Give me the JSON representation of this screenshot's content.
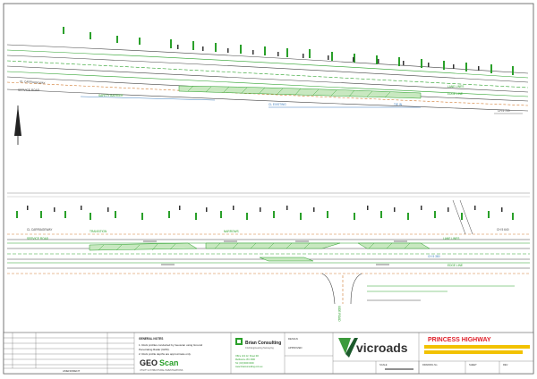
{
  "colors": {
    "road": "#3a3a3a",
    "paint": "#2aa02a",
    "chainage": "#3f7fbf",
    "boundary": "#d07a30",
    "title_red": "#e0202a",
    "highlight": "#f2c200",
    "vicroads_green": "#3c9a3c"
  },
  "icons": {
    "north_arrow": "north-arrow-icon"
  },
  "upper_plan": {
    "labels": [
      "CL CARRIAGEWAY",
      "SERVICE ROAD",
      "SAFETY BARRIER",
      "CL EXISTING",
      "LANE LINES",
      "EDGE LINE",
      "TIE IN",
      "CH 5 720"
    ]
  },
  "lower_plan": {
    "labels": [
      "CL CARRIAGEWAY",
      "SERVICE ROAD",
      "NARROWS",
      "TRANSITION",
      "LANE LINES",
      "EDGE LINE",
      "SIDE ROAD",
      "CH 5 640",
      "CH 5 380"
    ]
  },
  "title_block": {
    "notes_heading": "GENERAL NOTES",
    "notes": [
      "1. Rock profiles conducted by Geoscan using Ground",
      "Penetrating Radar (GPR).",
      "2. Rock profile depths are approximate only."
    ],
    "geoscan": {
      "logo_a": "GEO",
      "logo_b": "Scan",
      "tagline": "UTILITY & STRUCTURAL INVESTIGATIONS"
    },
    "consultant": {
      "name": "Brian Consulting",
      "subtitle": "Civil Engineering Surveying",
      "address": [
        "Office Unit 12, Street Rd",
        "Melbourne VIC 3000",
        "Tel: (03) 9000 0000",
        "www.brianconsulting.com.au"
      ]
    },
    "design_label": "DESIGN",
    "approved_label": "APPROVED",
    "client": "vicroads",
    "project_title": "PRINCESS HIGHWAY",
    "scale_label": "SCALE",
    "sheet_label": "SHEET",
    "drawing_no_label": "DRAWING No",
    "revision_label": "REV",
    "amendment_label": "AMENDMENT"
  }
}
